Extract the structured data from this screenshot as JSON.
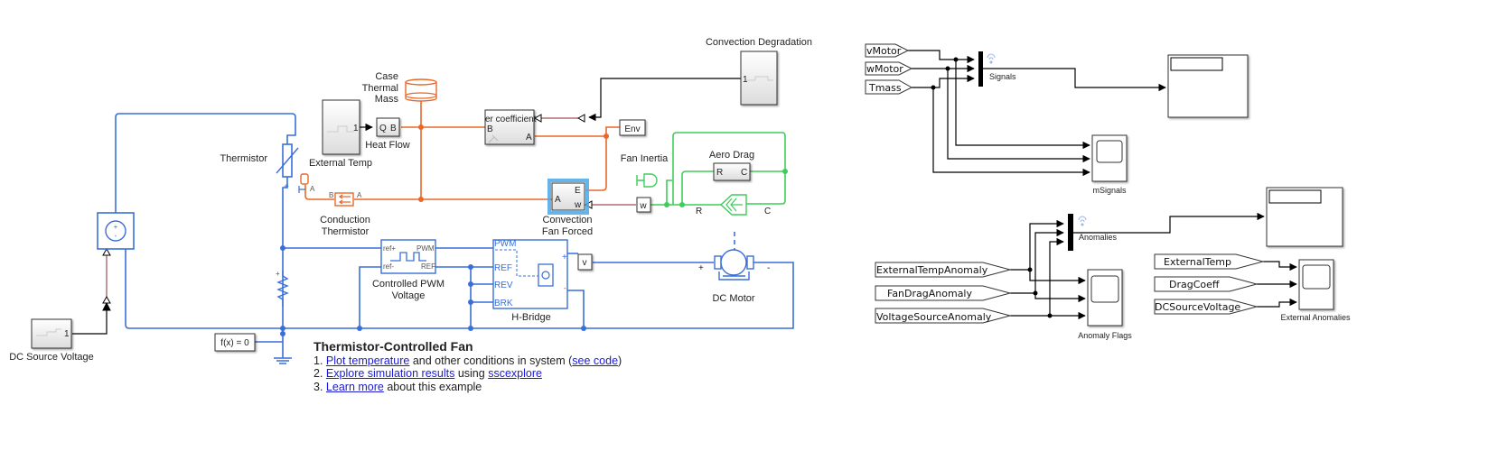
{
  "colors": {
    "electrical": "#3a6fd8",
    "thermal": "#e8682a",
    "mechanical": "#3fcc5a",
    "signal": "#000000",
    "physical_signal": "#a05050",
    "selection": "#4aa8e8",
    "link": "#1a1ad8"
  },
  "left_model": {
    "blocks": {
      "dc_source_voltage": {
        "label": "DC Source Voltage",
        "port": "1"
      },
      "thermistor": {
        "label": "Thermistor"
      },
      "external_temp": {
        "label": "External Temp",
        "port": "1"
      },
      "heat_flow": {
        "label": "Heat Flow",
        "port_q": "Q",
        "port_b": "B"
      },
      "case_thermal_mass": {
        "label_lines": [
          "Case",
          "Thermal",
          "Mass"
        ]
      },
      "convective_heat_transfer": {
        "text": "er coefficient",
        "port_b": "B",
        "port_a": "A"
      },
      "convection_degradation": {
        "label": "Convection Degradation",
        "port": "1"
      },
      "env": {
        "label": "Env"
      },
      "conduction_thermistor": {
        "label_lines": [
          "Conduction",
          "Thermistor"
        ],
        "port_b": "B",
        "port_a": "A"
      },
      "convection_fan_forced": {
        "label_lines": [
          "Convection",
          "Fan Forced"
        ],
        "port_a": "A",
        "port_e": "E",
        "port_w": "w"
      },
      "w_sensor": {
        "label": "w"
      },
      "fan_inertia": {
        "label": "Fan Inertia"
      },
      "aero_drag": {
        "label": "Aero Drag",
        "port_r": "R",
        "port_c": "C"
      },
      "rotational_sensor": {
        "port_r": "R",
        "port_c": "C"
      },
      "controlled_pwm": {
        "label_lines": [
          "Controlled PWM",
          "Voltage"
        ],
        "port_refp": "ref+",
        "port_refm": "ref-",
        "port_pwm": "PWM",
        "port_ref": "REF"
      },
      "h_bridge": {
        "label": "H-Bridge",
        "ports": [
          "PWM",
          "REF",
          "REV",
          "BRK"
        ],
        "plus": "+",
        "minus": "-"
      },
      "v_sensor": {
        "label": "v"
      },
      "dc_motor": {
        "label": "DC Motor",
        "plus": "+",
        "minus": "-"
      },
      "solver": {
        "label": "f(x) = 0"
      }
    },
    "annotation": {
      "title": "Thermistor-Controlled Fan",
      "lines": [
        {
          "num": "1.",
          "link": "Plot temperature",
          "text": " and other conditions in system (",
          "link2": "see code",
          "tail": ")"
        },
        {
          "num": "2.",
          "link": "Explore simulation results",
          "text": " using ",
          "link2": "sscexplore",
          "tail": ""
        },
        {
          "num": "3.",
          "link": "Learn more",
          "text": " about this example",
          "link2": "",
          "tail": ""
        }
      ]
    }
  },
  "right_model": {
    "from_tags_top": [
      "vMotor",
      "wMotor",
      "Tmass"
    ],
    "signals_bus": {
      "label": "Signals"
    },
    "m_signals_scope": {
      "label": "mSignals"
    },
    "anomaly_tags": [
      "ExternalTempAnomaly",
      "FanDragAnomaly",
      "VoltageSourceAnomaly"
    ],
    "anomalies_bus": {
      "label": "Anomalies"
    },
    "anomaly_flags_scope": {
      "label": "Anomaly Flags"
    },
    "external_tags": [
      "ExternalTemp",
      "DragCoeff",
      "DCSourceVoltage"
    ],
    "external_anomalies_scope": {
      "label": "External Anomalies"
    }
  }
}
